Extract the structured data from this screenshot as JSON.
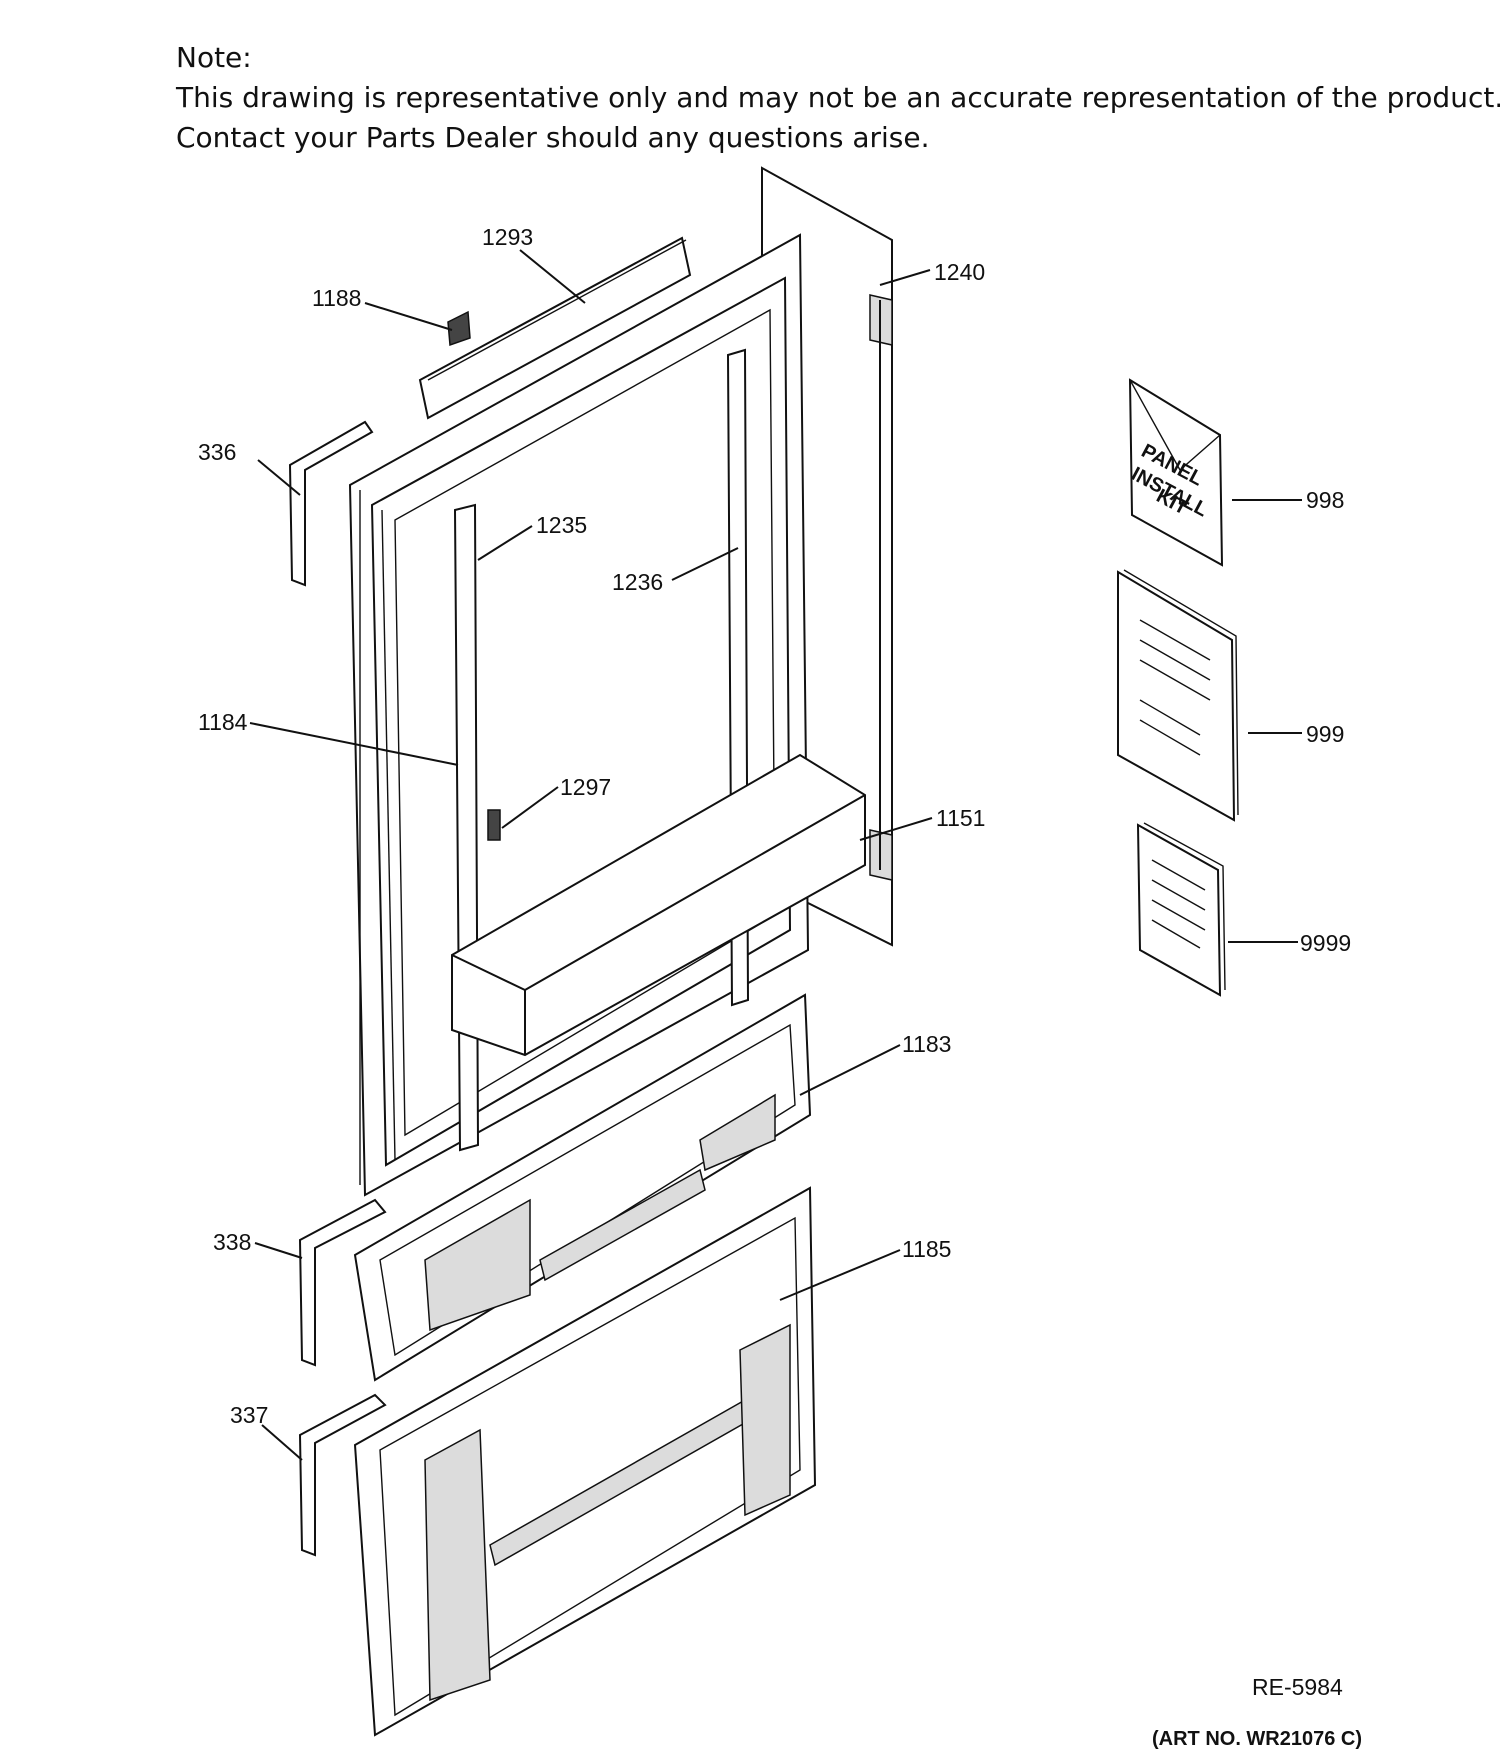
{
  "note": {
    "heading": "Note:",
    "line1": "This drawing is representative only and may not be an accurate representation of the product.",
    "line2": "Contact your Parts Dealer should any questions arise."
  },
  "parts": [
    {
      "id": "1293",
      "label": "1293"
    },
    {
      "id": "1188",
      "label": "1188"
    },
    {
      "id": "1240",
      "label": "1240"
    },
    {
      "id": "336",
      "label": "336"
    },
    {
      "id": "1235",
      "label": "1235"
    },
    {
      "id": "1236",
      "label": "1236"
    },
    {
      "id": "1184",
      "label": "1184"
    },
    {
      "id": "1297",
      "label": "1297"
    },
    {
      "id": "1151",
      "label": "1151"
    },
    {
      "id": "1183",
      "label": "1183"
    },
    {
      "id": "338",
      "label": "338"
    },
    {
      "id": "1185",
      "label": "1185"
    },
    {
      "id": "337",
      "label": "337"
    },
    {
      "id": "998",
      "label": "998"
    },
    {
      "id": "999",
      "label": "999"
    },
    {
      "id": "9999",
      "label": "9999"
    }
  ],
  "kit_text": [
    "PANEL",
    "INSTALL",
    "KIT"
  ],
  "drawing_code": "RE-5984",
  "art_number": "(ART NO. WR21076 C)"
}
